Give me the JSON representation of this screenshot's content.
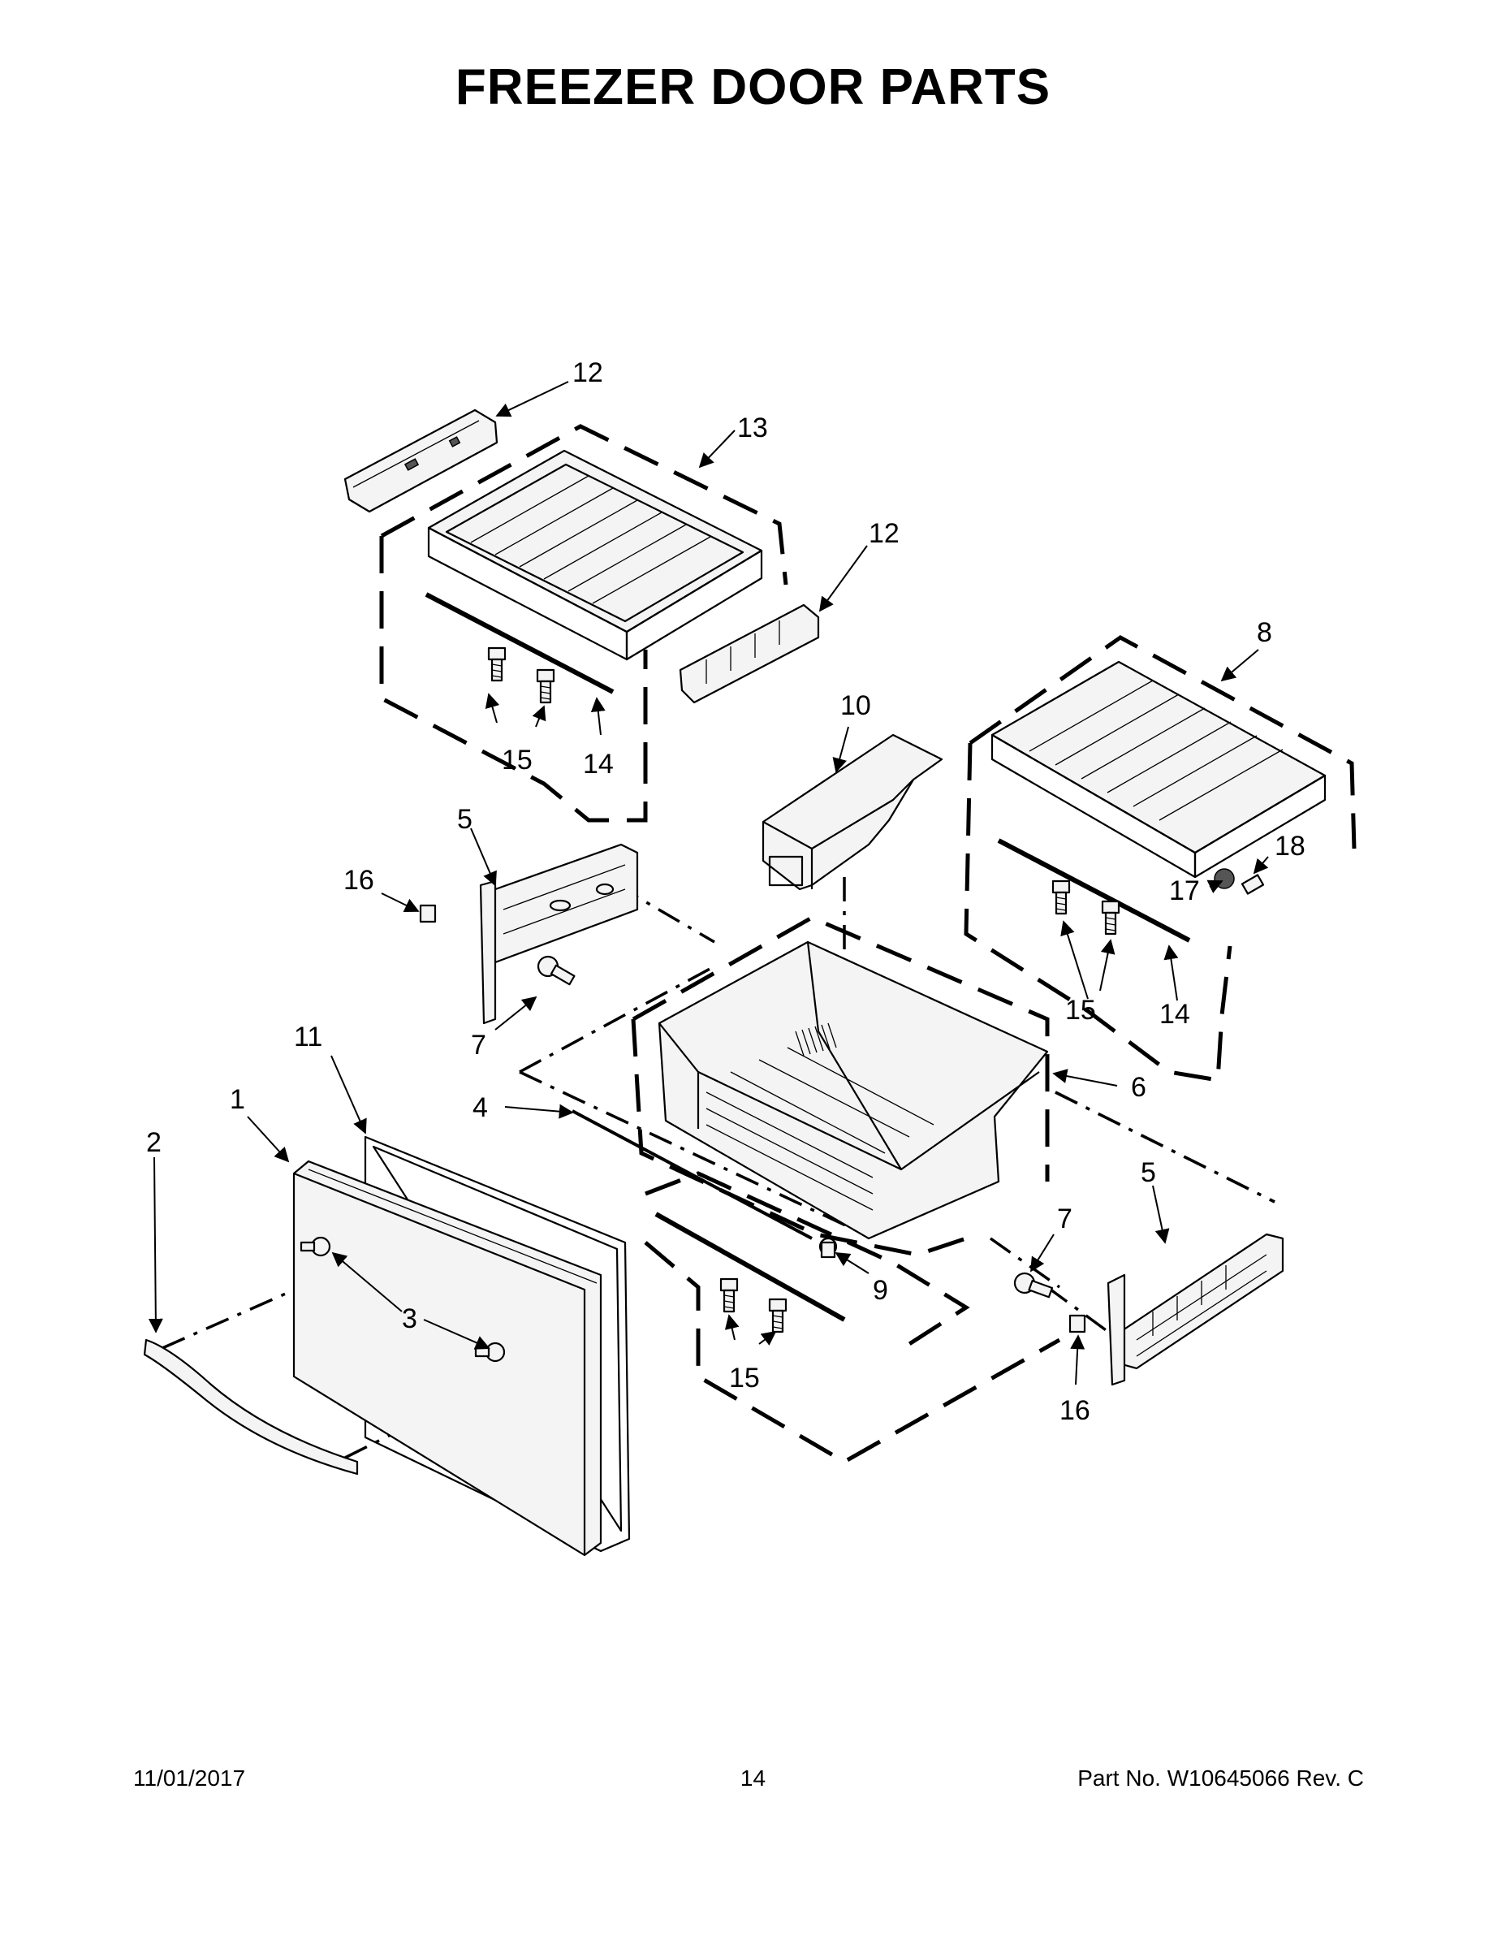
{
  "title": "FREEZER DOOR PARTS",
  "footer": {
    "date": "11/01/2017",
    "page": "14",
    "part_no": "Part No.  W10645066  Rev.  C"
  },
  "callouts": {
    "c1": "1",
    "c2": "2",
    "c3": "3",
    "c4": "4",
    "c5_left": "5",
    "c5_right": "5",
    "c6": "6",
    "c7_left": "7",
    "c7_right": "7",
    "c8": "8",
    "c9": "9",
    "c10": "10",
    "c11": "11",
    "c12_top": "12",
    "c12_mid": "12",
    "c13": "13",
    "c14_top": "14",
    "c14_right": "14",
    "c15_top": "15",
    "c15_right": "15",
    "c15_bottom": "15",
    "c16_left": "16",
    "c16_right": "16",
    "c17": "17",
    "c18": "18"
  }
}
